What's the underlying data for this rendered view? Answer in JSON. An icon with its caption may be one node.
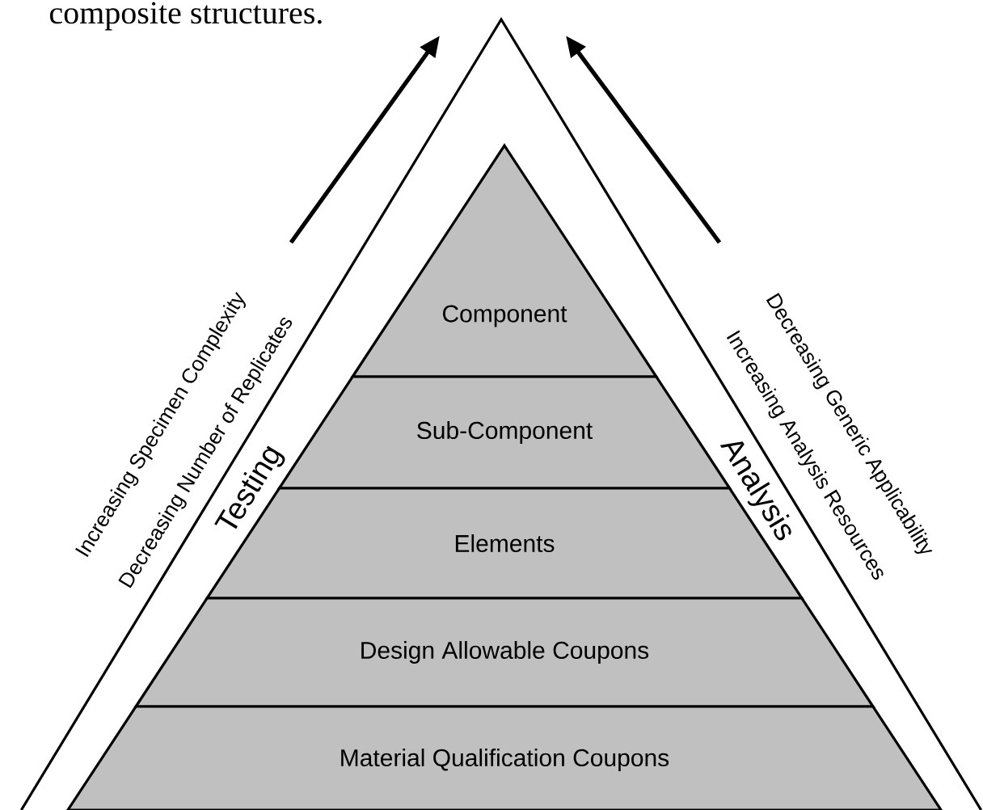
{
  "diagram": {
    "nodes": [
      {
        "text": [
          "Component"
        ]
      },
      {
        "text": [
          "Sub-Component"
        ]
      },
      {
        "text": [
          "Elements"
        ]
      },
      {
        "text": [
          "Design Allowable Coupons"
        ]
      },
      {
        "text": [
          "Material Qualification Coupons"
        ]
      }
    ],
    "labels": [
      "composite structures.",
      "Increasing Specimen Complexity",
      "Decreasing Number of Replicates",
      "Testing",
      "Analysis",
      "Increasing Analysis Resources",
      "Decreasing Generic Applicability"
    ]
  }
}
